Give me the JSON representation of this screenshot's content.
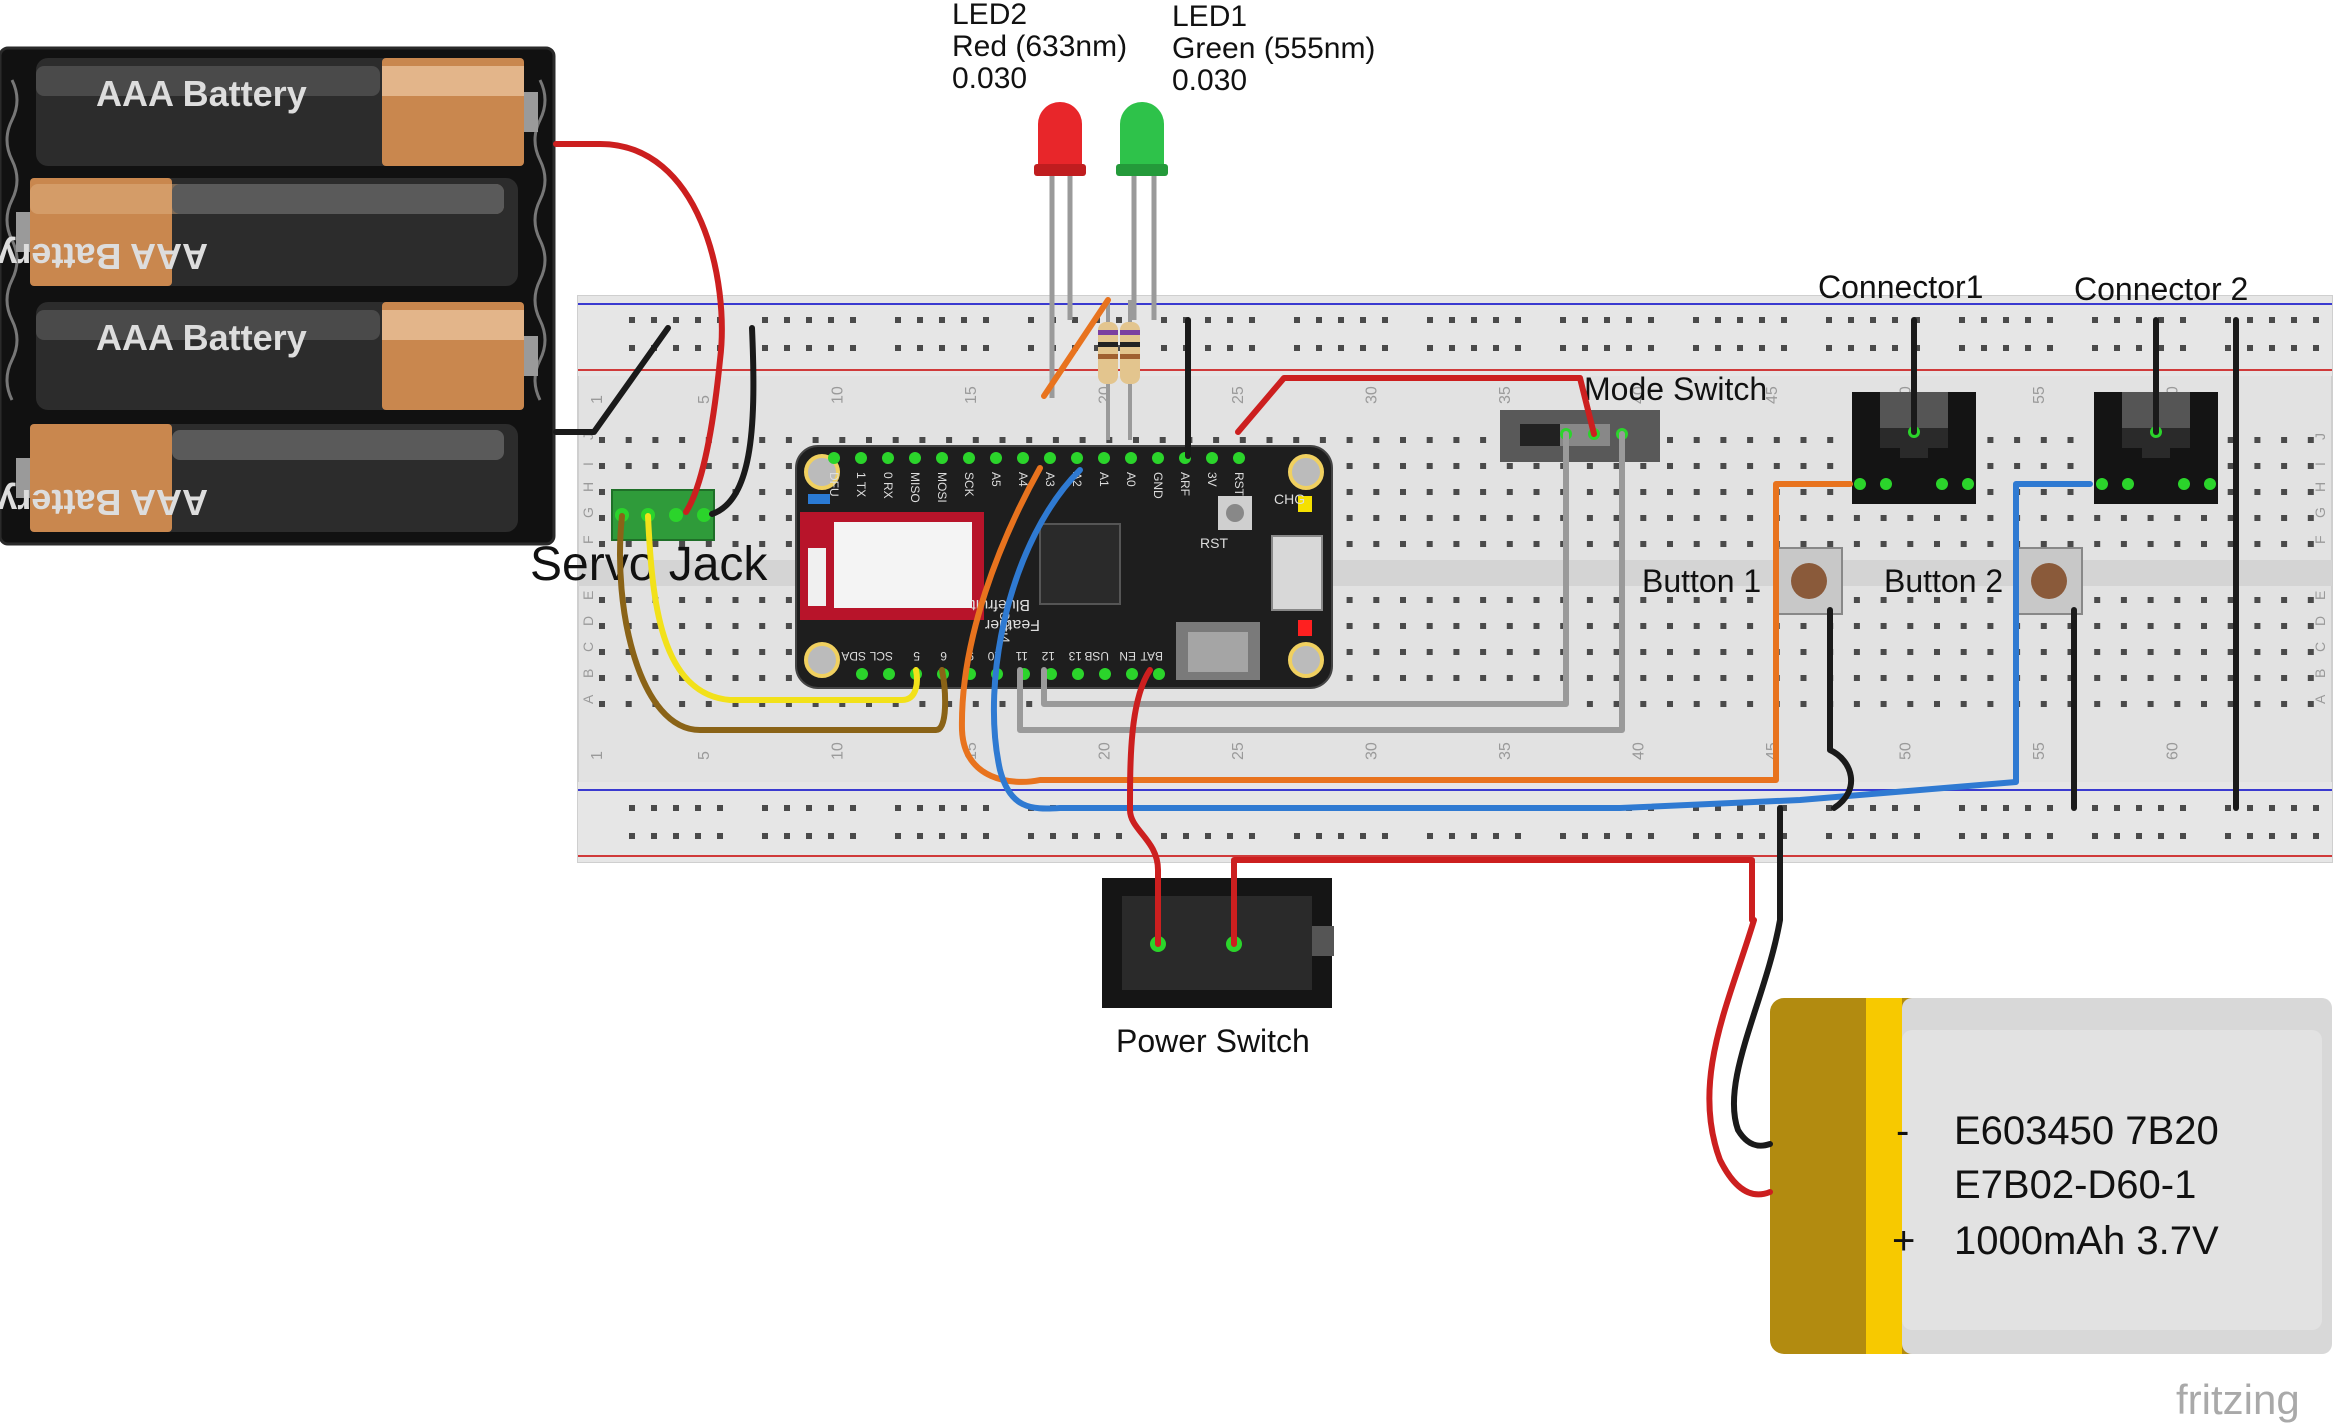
{
  "battery_pack": {
    "cells": [
      "AAA Battery",
      "AAA Battery",
      "AAA Battery",
      "AAA Battery"
    ]
  },
  "leds": [
    {
      "ref": "LED2",
      "desc": "Red (633nm)",
      "value": "0.030",
      "color": "#e8262a"
    },
    {
      "ref": "LED1",
      "desc": "Green (555nm)",
      "value": "0.030",
      "color": "#2ec24a"
    }
  ],
  "labels": {
    "servo_jack": "Servo Jack",
    "mode_switch": "Mode Switch",
    "connector1": "Connector1",
    "connector2": "Connector 2",
    "button1": "Button 1",
    "button2": "Button 2",
    "power_switch": "Power Switch",
    "watermark": "fritzing"
  },
  "lipo_battery": {
    "minus": "-",
    "plus": "+",
    "line1": "E603450 7B20",
    "line2": "E7B02-D60-1",
    "line3": "1000mAh 3.7V"
  },
  "feather_board": {
    "top_pins": [
      "DFU",
      "1 TX",
      "0 RX",
      "MISO",
      "MOSI",
      "SCK",
      "A5",
      "A4",
      "A3",
      "A2",
      "A1",
      "A0",
      "GND",
      "ARF",
      "3V",
      "RST"
    ],
    "bottom_pins": [
      "SDA",
      "SCL",
      "5",
      "6",
      "9",
      "10",
      "11",
      "12",
      "13",
      "USB",
      "EN",
      "BAT"
    ],
    "labels": [
      "Bluefruit",
      "Feather",
      "32u4",
      "CHG",
      "RST"
    ]
  },
  "breadboard": {
    "column_numbers": [
      "1",
      "5",
      "10",
      "15",
      "20",
      "25",
      "30",
      "35",
      "40",
      "45",
      "50",
      "55",
      "60"
    ],
    "row_letters_top": [
      "J",
      "I",
      "H",
      "G",
      "F"
    ],
    "row_letters_bottom": [
      "E",
      "D",
      "C",
      "B",
      "A"
    ]
  },
  "colors": {
    "wire_red": "#cc1f1f",
    "wire_black": "#1a1a1a",
    "wire_yellow": "#f2e11a",
    "wire_brown": "#8a6317",
    "wire_orange": "#e8731e",
    "wire_blue": "#2f7ad2",
    "wire_gray": "#9a9a9a",
    "pin_green": "#2bd42b"
  }
}
